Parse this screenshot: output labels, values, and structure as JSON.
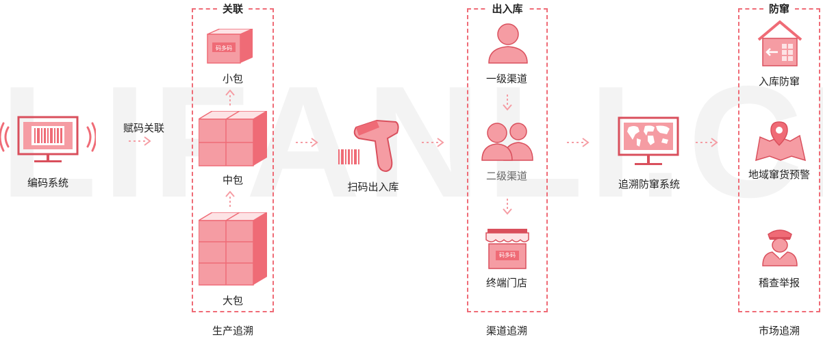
{
  "watermark": "LIFANLI.CN",
  "colors": {
    "accent": "#ef6b76",
    "fill": "#f59ca3",
    "dark": "#d94f5c",
    "light": "#fde3e5"
  },
  "coding": {
    "label": "编码系统",
    "edge_label": "赋码关联"
  },
  "production": {
    "group_title": "关联",
    "caption": "生产追溯",
    "small": "小包",
    "medium": "中包",
    "large": "大包",
    "box_brand": "码多码"
  },
  "scan": {
    "label": "扫码出入库"
  },
  "channel": {
    "group_title": "出入库",
    "caption": "渠道追溯",
    "level1": "一级渠道",
    "level2": "二级渠道",
    "terminal": "终端门店",
    "store_brand": "码多码"
  },
  "trace": {
    "label": "追溯防窜系统"
  },
  "market": {
    "group_title": "防窜",
    "caption": "市场追溯",
    "warehouse": "入库防窜",
    "regional": "地域窜货预警",
    "inspect": "稽查举报"
  }
}
